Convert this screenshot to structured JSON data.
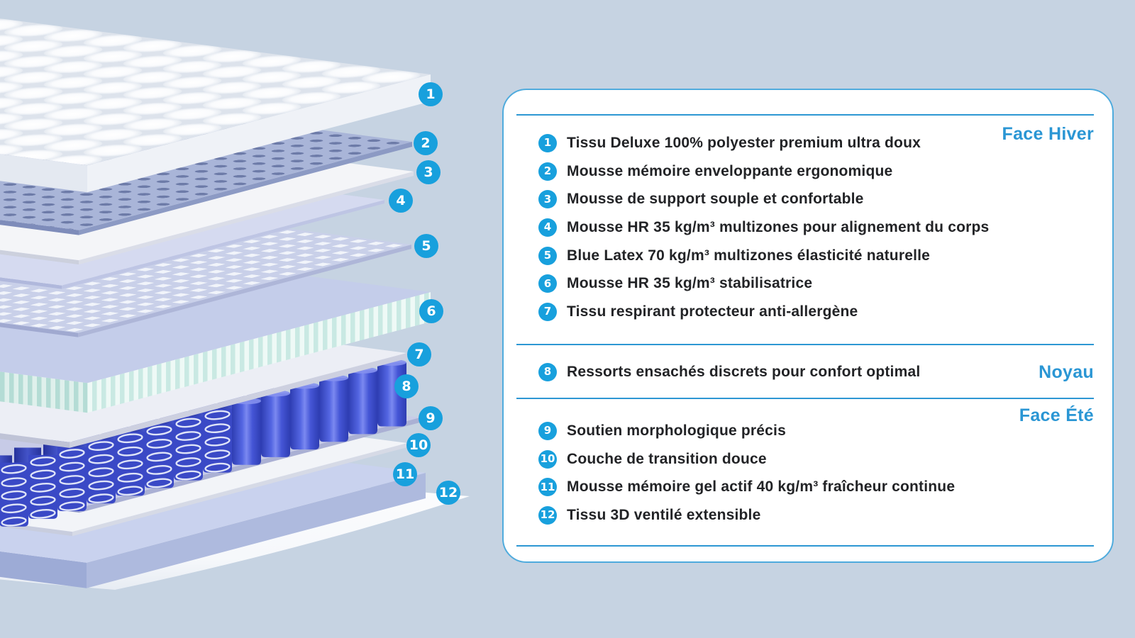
{
  "colors": {
    "background": "#c6d3e2",
    "badge": "#18a0dd",
    "panel_bg": "#ffffff",
    "panel_border": "#4fabdd",
    "rule": "#2d97d3",
    "section_title": "#2a96d4",
    "item_text": "#222326",
    "spring_blue": "#4556d6",
    "latex_stripe_mint": "#c9e9e3"
  },
  "legend": {
    "sections": [
      {
        "title": "Face Hiver",
        "items": [
          {
            "num": "1",
            "text": "Tissu Deluxe 100% polyester premium ultra doux"
          },
          {
            "num": "2",
            "text": "Mousse mémoire enveloppante ergonomique"
          },
          {
            "num": "3",
            "text": "Mousse de support souple et confortable"
          },
          {
            "num": "4",
            "text": "Mousse HR 35 kg/m³ multizones pour alignement du corps"
          },
          {
            "num": "5",
            "text": "Blue Latex 70 kg/m³ multizones élasticité naturelle"
          },
          {
            "num": "6",
            "text": "Mousse HR 35 kg/m³ stabilisatrice"
          },
          {
            "num": "7",
            "text": "Tissu respirant protecteur anti-allergène"
          }
        ]
      },
      {
        "title": "Noyau",
        "items": [
          {
            "num": "8",
            "text": "Ressorts ensachés discrets pour confort optimal"
          }
        ]
      },
      {
        "title": "Face Été",
        "items": [
          {
            "num": "9",
            "text": "Soutien morphologique précis"
          },
          {
            "num": "10",
            "text": "Couche de transition douce"
          },
          {
            "num": "11",
            "text": "Mousse mémoire gel actif 40 kg/m³ fraîcheur continue"
          },
          {
            "num": "12",
            "text": "Tissu 3D ventilé extensible"
          }
        ]
      }
    ]
  },
  "diagram": {
    "layers": [
      {
        "num": "1",
        "name": "quilted-deluxe-cover",
        "color": "#f6f8fb"
      },
      {
        "num": "2",
        "name": "memory-foam-perforated",
        "color": "#a9b5d8"
      },
      {
        "num": "3",
        "name": "soft-support-foam",
        "color": "#f4f5f8"
      },
      {
        "num": "4",
        "name": "hr-foam-multizone",
        "color": "#d5daf0"
      },
      {
        "num": "5",
        "name": "blue-latex-multizone",
        "color": "#c9d0e9"
      },
      {
        "num": "6",
        "name": "hr-foam-stabilizer",
        "color": "#c4cdea"
      },
      {
        "num": "7",
        "name": "breathable-protective-fabric",
        "color": "#eceef5"
      },
      {
        "num": "8",
        "name": "pocket-springs",
        "color": "#4556d6"
      },
      {
        "num": "9",
        "name": "morphological-support-sheet",
        "color": "#c7cbe7"
      },
      {
        "num": "10",
        "name": "transition-layer",
        "color": "#f2f4f8"
      },
      {
        "num": "11",
        "name": "gel-memory-foam-slab",
        "color": "#c9d2ee"
      },
      {
        "num": "12",
        "name": "ventilated-3d-fabric",
        "color": "#fbfcff"
      }
    ]
  }
}
